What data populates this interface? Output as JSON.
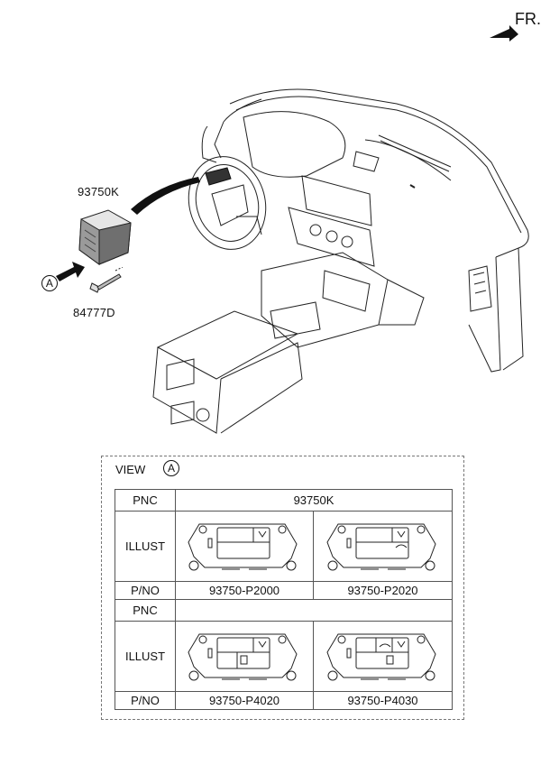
{
  "header": {
    "direction_label": "FR."
  },
  "parts": {
    "module_pnc": "93750K",
    "screw_pnc": "84777D",
    "view_ref": "A"
  },
  "view": {
    "title": "VIEW",
    "ref": "A",
    "row_labels": {
      "pnc": "PNC",
      "illust": "ILLUST",
      "pno": "P/NO"
    },
    "group1": {
      "pnc_value": "93750K",
      "part_numbers": [
        "93750-P2000",
        "93750-P2020"
      ]
    },
    "group2": {
      "pnc_value": "",
      "part_numbers": [
        "93750-P4020",
        "93750-P4030"
      ]
    }
  },
  "icons": [
    "arrow-icon",
    "car-interior-illustration",
    "switch-module-illustration",
    "screw-illustration"
  ]
}
